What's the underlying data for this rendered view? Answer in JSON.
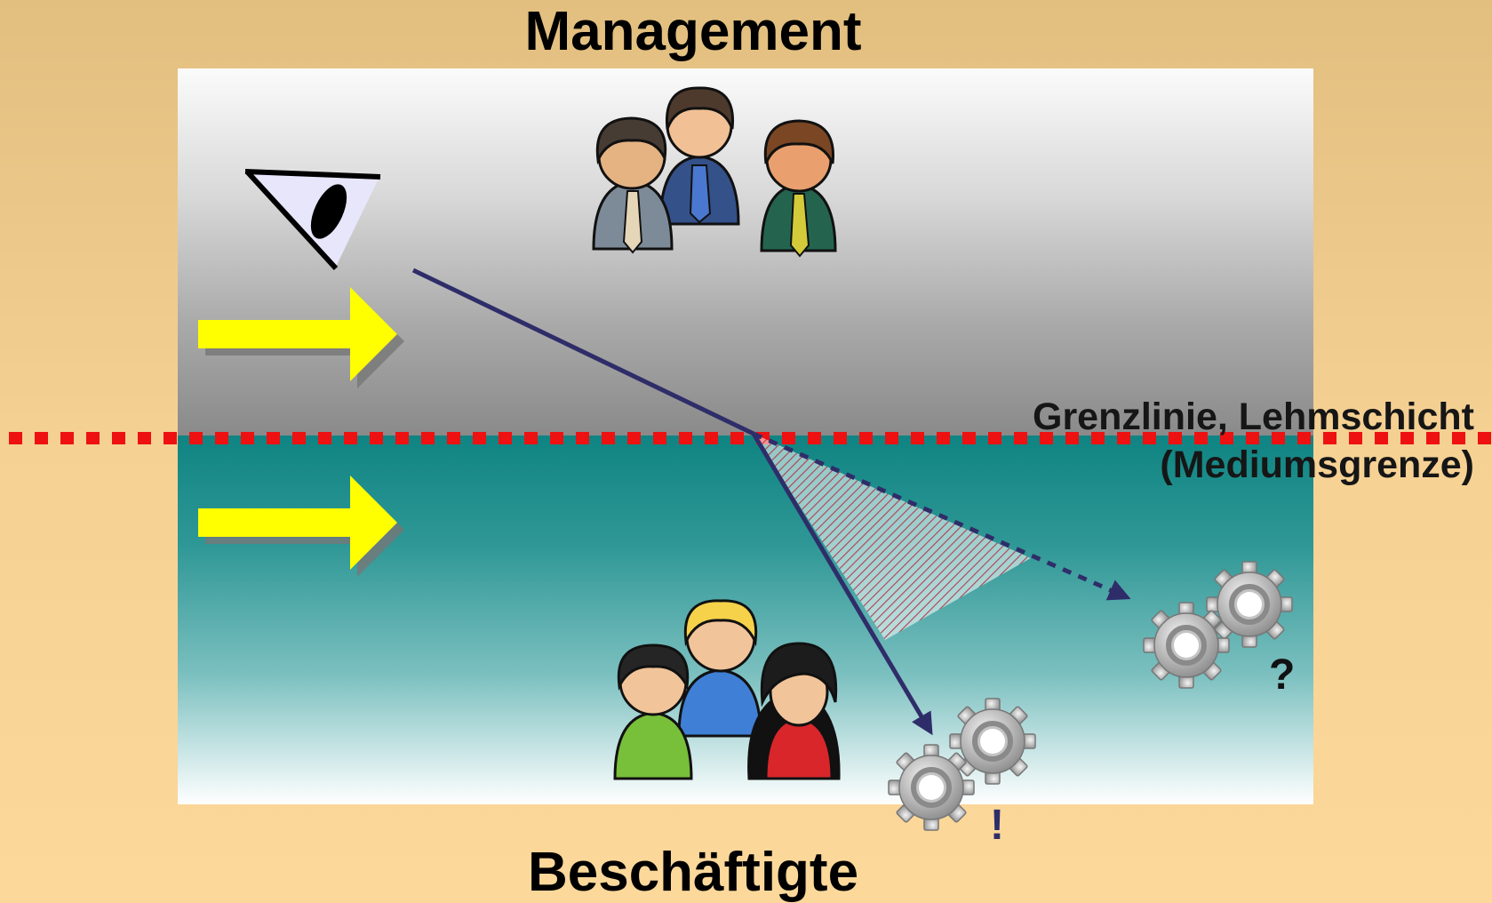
{
  "titles": {
    "top": "Management",
    "bottom": "Beschäftigte"
  },
  "boundary_label": {
    "line1": "Grenzlinie, Lehmschicht",
    "line2": "(Mediumsgrenze)"
  },
  "marks": {
    "question": "?",
    "exclamation": "!"
  },
  "icons": {
    "eye": "eye-icon",
    "management_group": "management-people-icon",
    "employee_group": "employee-people-icon",
    "gears_reached": "gears-icon",
    "gears_intended": "gears-icon",
    "arrows": "arrow-right-icon"
  },
  "colors": {
    "boundary": "#ee1111",
    "ray": "#2f2d69",
    "arrow_fill": "#ffff00",
    "hatch": "#b04050"
  }
}
